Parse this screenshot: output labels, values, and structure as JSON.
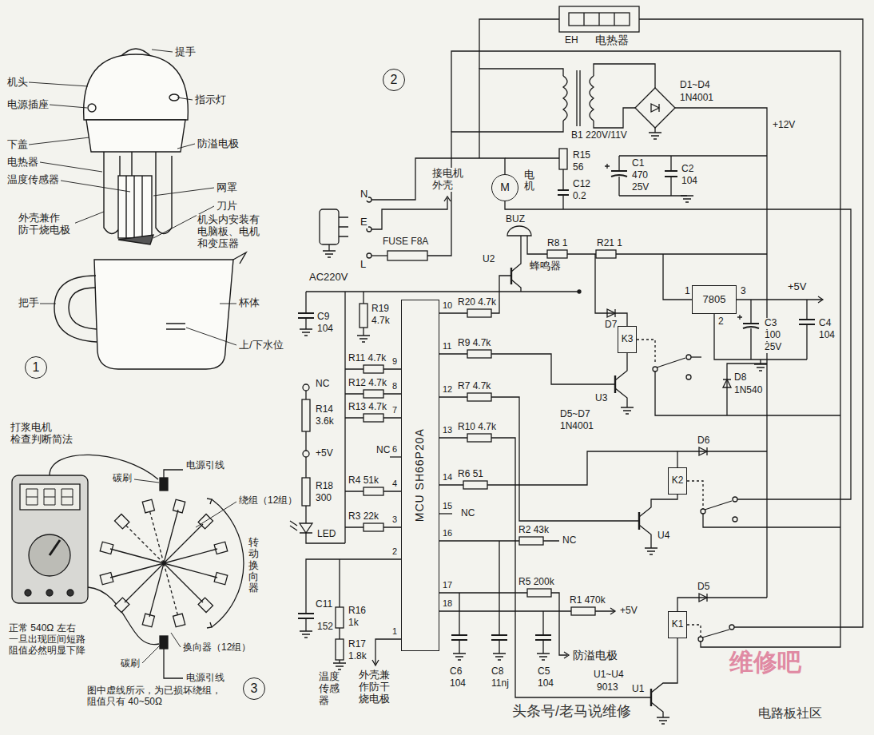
{
  "diagram": {
    "nodes": [
      {
        "text": [
          "1"
        ]
      },
      {
        "text": [
          "2"
        ]
      },
      {
        "text": [
          "3"
        ]
      },
      {
        "text": [
          "MCU SH66P20A"
        ]
      },
      {
        "text": [
          "M"
        ]
      },
      {
        "text": [
          "7805"
        ]
      },
      {
        "text": [
          "K3"
        ]
      },
      {
        "text": [
          "K2"
        ]
      },
      {
        "text": [
          "K1"
        ]
      }
    ],
    "labels": [
      "提手",
      "机头",
      "指示灯",
      "电源插座",
      "下盖",
      "防溢电极",
      "电热器",
      "网罩",
      "温度传感器",
      "刀片",
      "外壳兼作 防干烧电极",
      "机头内安装有 电脑板、电机 和变压器",
      "杯体",
      "把手",
      "上/下水位",
      "打浆电机 检查判断简法",
      "电源引线",
      "碳刷",
      "绕组（12组）",
      "转动换向器",
      "换向器（12组）",
      "碳刷",
      "电源引线",
      "正常 540Ω 左右 一旦出现匝间短路 阻值必然明显下降",
      "图中虚线所示，为已损坏绕组， 阻值只有 40~50Ω",
      "EH",
      "电热器",
      "D1~D4",
      "1N4001",
      "B1 220V/11V",
      "+12V",
      "R15",
      "56",
      "C12",
      "0.2",
      "C1",
      "470",
      "25V",
      "C2",
      "104",
      "N",
      "E",
      "L",
      "AC220V",
      "FUSE F8A",
      "接电机 外壳",
      "电机",
      "BUZ",
      "U2",
      "蜂鸣器",
      "R8 1",
      "R21 1",
      "1",
      "3",
      "2",
      "+5V",
      "C3",
      "100",
      "25V",
      "C4",
      "104",
      "C9",
      "104",
      "R19",
      "4.7k",
      "R20 4.7k",
      "D7",
      "U3",
      "D8",
      "1N540",
      "R11 4.7k",
      "R12 4.7k",
      "R13 4.7k",
      "R9 4.7k",
      "R7 4.7k",
      "R10 4.7k",
      "NC",
      "R14",
      "3.6k",
      "+5V",
      "NC",
      "R18",
      "300",
      "R4 51k",
      "R3 22k",
      "LED",
      "R6 51",
      "NC",
      "R2 43k",
      "NC",
      "D5~D7",
      "1N4001",
      "D6",
      "U4",
      "D5",
      "R5 200k",
      "R1 470k",
      "+5V",
      "C11",
      "152",
      "R16",
      "1k",
      "R17",
      "1.8k",
      "温度传感器",
      "外壳兼作防干烧电极",
      "C6",
      "104",
      "C8",
      "11nj",
      "C5",
      "104",
      "防溢电极",
      "U1",
      "U1~U4",
      "9013",
      "头条号/老马说维修",
      "维修吧",
      "电路板社区",
      "10",
      "11",
      "12",
      "13",
      "14",
      "15",
      "16",
      "17",
      "18",
      "9",
      "8",
      "7",
      "6",
      "4",
      "3",
      "2",
      "1"
    ]
  }
}
